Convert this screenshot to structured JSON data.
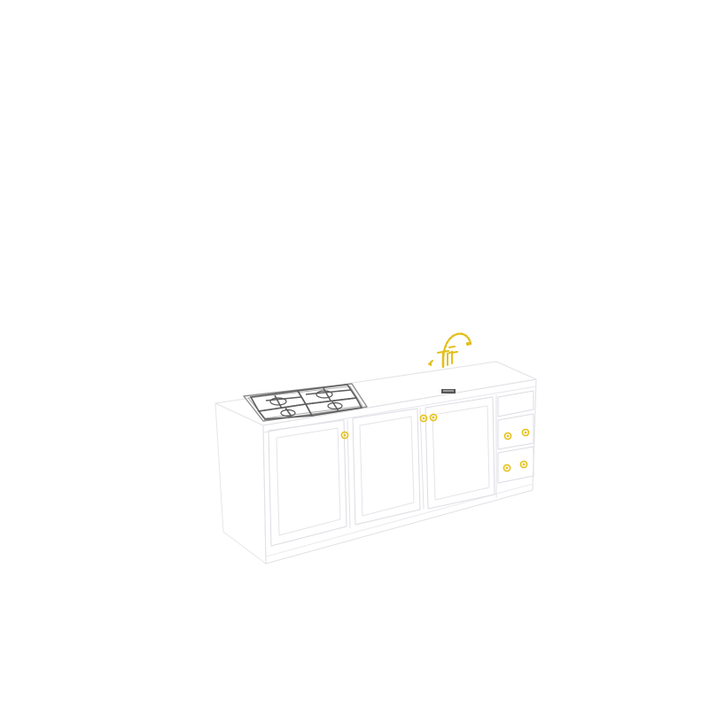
{
  "scene": {
    "background": "#ffffff",
    "colors": {
      "cabinet_line": "#e4e4ea",
      "cabinet_line_dark": "#d2d2da",
      "brass": "#e8c21a",
      "brass_dark": "#c9a20c",
      "cooktop_grate": "#6b6b6b",
      "cooktop_frame": "#9a9a9a",
      "drain_dark": "#444444"
    },
    "objects": {
      "island": "kitchen-island-wireframe",
      "cooktop": "gas-cooktop-four-burner",
      "faucet": "pull-down-kitchen-faucet",
      "soap_dispenser": "soap-dispenser",
      "door_knobs": 3,
      "drawer_knobs": 4
    }
  }
}
